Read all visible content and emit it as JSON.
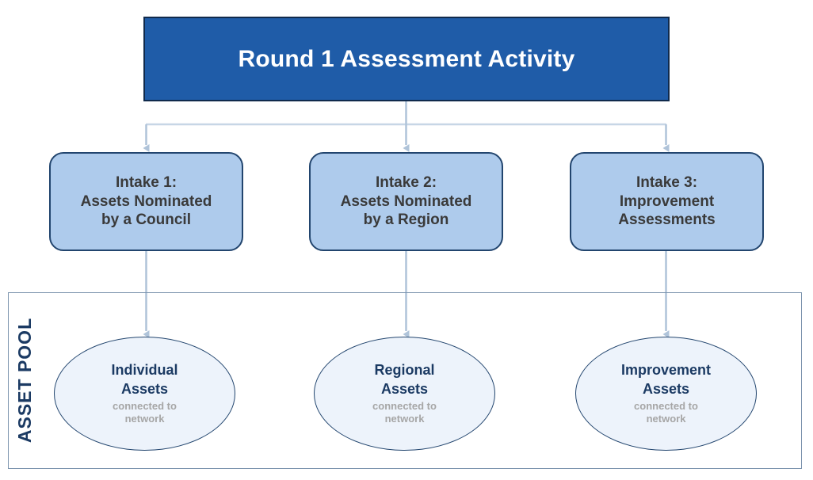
{
  "diagram": {
    "header": {
      "title": "Round 1 Assessment Activity",
      "fill_color": "#1F5CA8",
      "border_color": "#102A4C",
      "text_color": "#FFFFFF"
    },
    "intakes": [
      {
        "id": "intake-1",
        "label": "Intake 1:\nAssets Nominated\nby a Council",
        "fill_color": "#AECBEC",
        "border_color": "#22456E",
        "text_color": "#3A3A3A"
      },
      {
        "id": "intake-2",
        "label": "Intake 2:\nAssets Nominated\nby a Region",
        "fill_color": "#AECBEC",
        "border_color": "#22456E",
        "text_color": "#3A3A3A"
      },
      {
        "id": "intake-3",
        "label": "Intake 3:\nImprovement\nAssessments",
        "fill_color": "#AECBEC",
        "border_color": "#22456E",
        "text_color": "#3A3A3A"
      }
    ],
    "asset_pool": {
      "label": "ASSET POOL",
      "label_color": "#1B3A63",
      "border_color": "#7B93AD",
      "assets": [
        {
          "id": "ellipse-1",
          "title": "Individual\nAssets",
          "subtitle": "connected to\nnetwork",
          "fill_color": "#EDF3FB",
          "border_color": "#22456E",
          "title_color": "#1B3A63",
          "subtitle_color": "#A6A6A6"
        },
        {
          "id": "ellipse-2",
          "title": "Regional\nAssets",
          "subtitle": "connected to\nnetwork",
          "fill_color": "#EDF3FB",
          "border_color": "#22456E",
          "title_color": "#1B3A63",
          "subtitle_color": "#A6A6A6"
        },
        {
          "id": "ellipse-3",
          "title": "Improvement\nAssets",
          "subtitle": "connected to\nnetwork",
          "fill_color": "#EDF3FB",
          "border_color": "#22456E",
          "title_color": "#1B3A63",
          "subtitle_color": "#A6A6A6"
        }
      ]
    },
    "connectors": {
      "line_color": "#AFC3D9",
      "arrow_color": "#AFC3D9"
    }
  }
}
